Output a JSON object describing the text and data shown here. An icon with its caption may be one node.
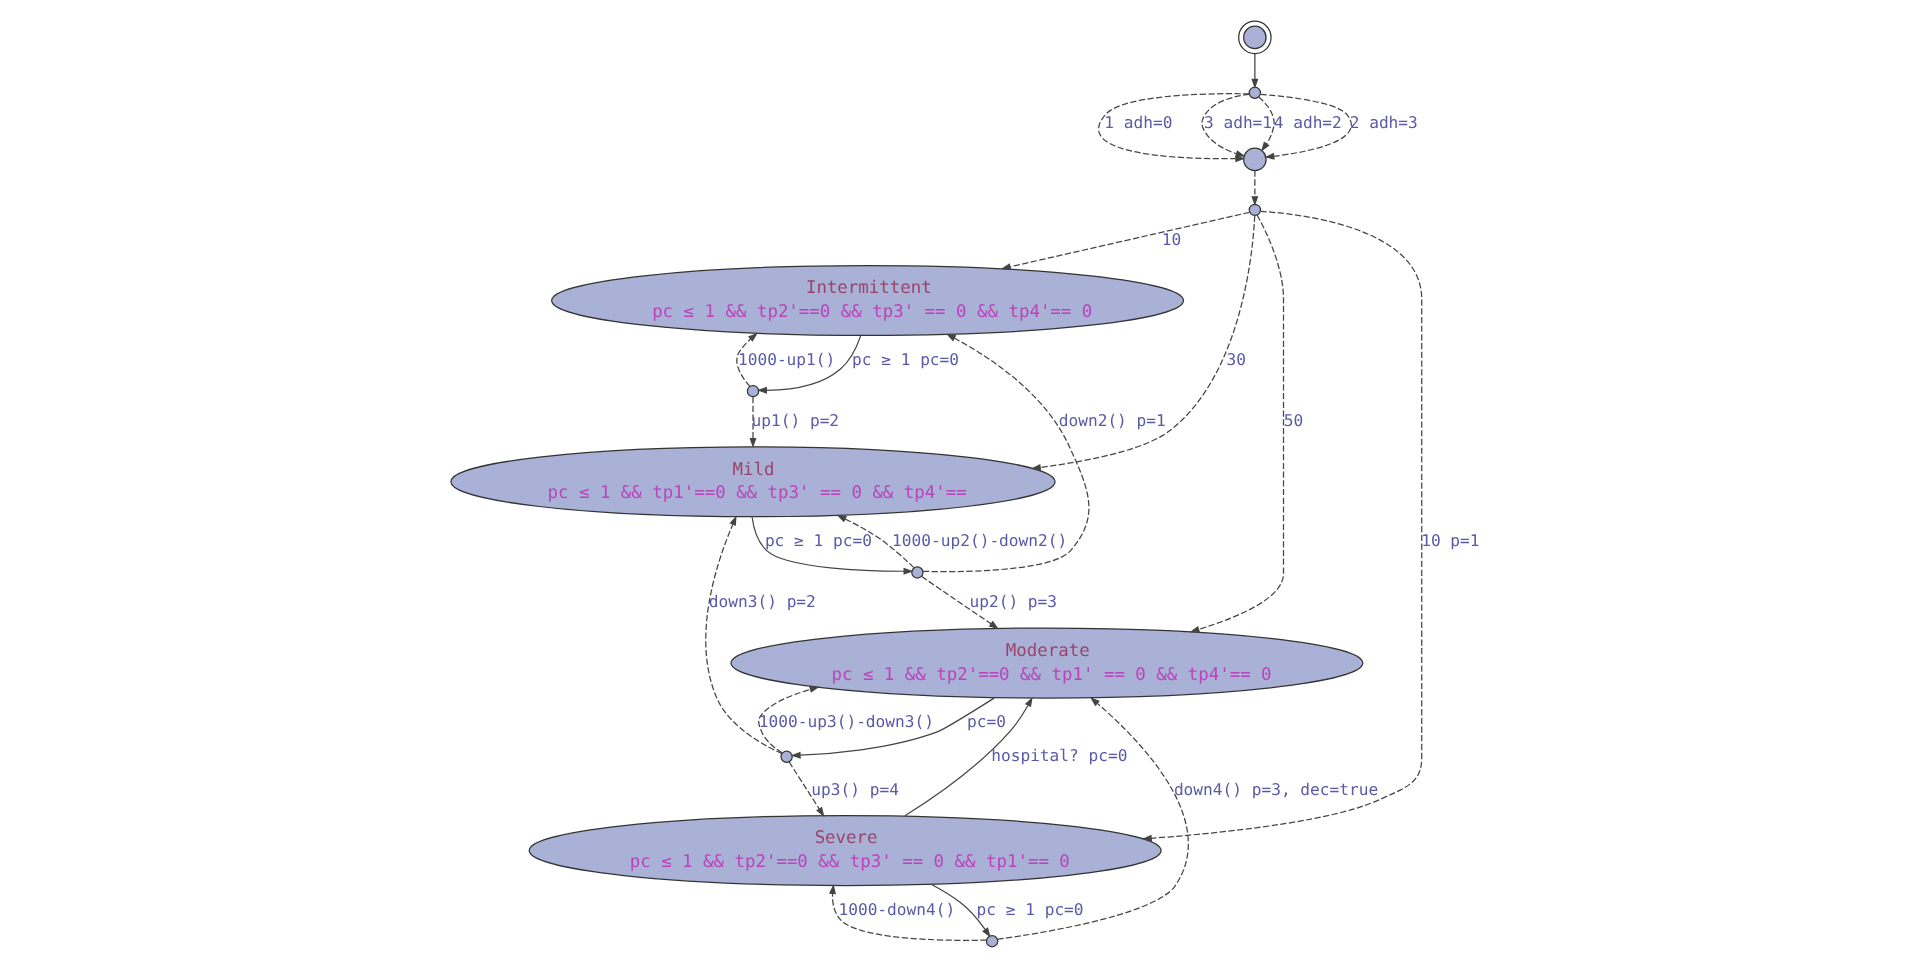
{
  "diagram": {
    "nodes": [
      {
        "text": [],
        "shape": "circle"
      },
      {
        "text": [],
        "shape": "circle"
      },
      {
        "text": [],
        "shape": "circle"
      },
      {
        "text": [],
        "shape": "circle"
      },
      {
        "text": [
          "Intermittent",
          "pc ≤ 1 && tp2'==0 && tp3' == 0 && tp4'== 0"
        ]
      },
      {
        "text": [],
        "shape": "circle"
      },
      {
        "text": [
          "Mild",
          "pc ≤ 1 && tp1'==0 && tp3' == 0 && tp4'=="
        ]
      },
      {
        "text": [],
        "shape": "circle"
      },
      {
        "text": [],
        "shape": "circle"
      },
      {
        "text": [
          "Severe",
          "pc ≤ 1 && tp2'==0 && tp3' == 0 && tp1'== 0"
        ]
      },
      {
        "text": [],
        "shape": "circle"
      },
      {
        "text": [
          "Moderate",
          "pc ≤ 1 && tp2'==0 && tp1' == 0 && tp4'== 0"
        ]
      }
    ],
    "edges": [
      {
        "from": 0,
        "to": 1,
        "arrow": "to"
      },
      {
        "from": 1,
        "to": 2,
        "arrow": "to",
        "label": "1 adh=0",
        "style": "dashed"
      },
      {
        "from": 1,
        "to": 2,
        "arrow": "to",
        "label": "3 adh=1",
        "style": "dashed"
      },
      {
        "from": 1,
        "to": 2,
        "arrow": "to",
        "label": "4 adh=2",
        "style": "dashed"
      },
      {
        "from": 1,
        "to": 2,
        "arrow": "to",
        "label": "2 adh=3",
        "style": "dashed"
      },
      {
        "from": 2,
        "to": 3,
        "arrow": "to",
        "style": "dashed"
      },
      {
        "from": 3,
        "to": 9,
        "arrow": "to",
        "label": "10 p=1",
        "style": "dashed"
      },
      {
        "from": 3,
        "to": 4,
        "arrow": "to",
        "label": "10",
        "style": "dashed"
      },
      {
        "from": 3,
        "to": 6,
        "arrow": "to",
        "label": "30",
        "style": "dashed"
      },
      {
        "from": 3,
        "to": 11,
        "arrow": "to",
        "label": "50",
        "style": "dashed"
      },
      {
        "from": 4,
        "to": 5,
        "arrow": "to",
        "label": "pc ≥ 1 pc=0"
      },
      {
        "from": 5,
        "to": 4,
        "arrow": "to",
        "label": "1000-up1()",
        "style": "dashed"
      },
      {
        "from": 5,
        "to": 6,
        "arrow": "to",
        "label": "up1() p=2",
        "style": "dashed"
      },
      {
        "from": 6,
        "to": 7,
        "arrow": "to",
        "label": "pc ≥ 1 pc=0"
      },
      {
        "from": 7,
        "to": 6,
        "arrow": "to",
        "label": "1000-up2()-down2()",
        "style": "dashed"
      },
      {
        "from": 7,
        "to": 4,
        "arrow": "to",
        "label": "down2() p=1",
        "style": "dashed"
      },
      {
        "from": 7,
        "to": 11,
        "arrow": "to",
        "label": "up2() p=3",
        "style": "dashed"
      },
      {
        "from": 9,
        "to": 8,
        "arrow": "to",
        "label": "pc ≥ 1 pc=0"
      },
      {
        "from": 8,
        "to": 9,
        "arrow": "to",
        "label": "1000-down4()",
        "style": "dashed"
      },
      {
        "from": 8,
        "to": 11,
        "arrow": "to",
        "label": "down4() p=3, dec=true",
        "style": "dashed"
      },
      {
        "from": 11,
        "to": 10,
        "arrow": "to",
        "label": "pc=0"
      },
      {
        "from": 10,
        "to": 11,
        "arrow": "to",
        "label": "1000-up3()-down3()",
        "style": "dashed"
      },
      {
        "from": 10,
        "to": 6,
        "arrow": "to",
        "label": "down3() p=2",
        "style": "dashed"
      },
      {
        "from": 10,
        "to": 9,
        "arrow": "to",
        "label": "up3() p=4",
        "style": "dashed"
      },
      {
        "from": 9,
        "to": 11,
        "arrow": "to",
        "label": "hospital? pc=0"
      }
    ]
  }
}
